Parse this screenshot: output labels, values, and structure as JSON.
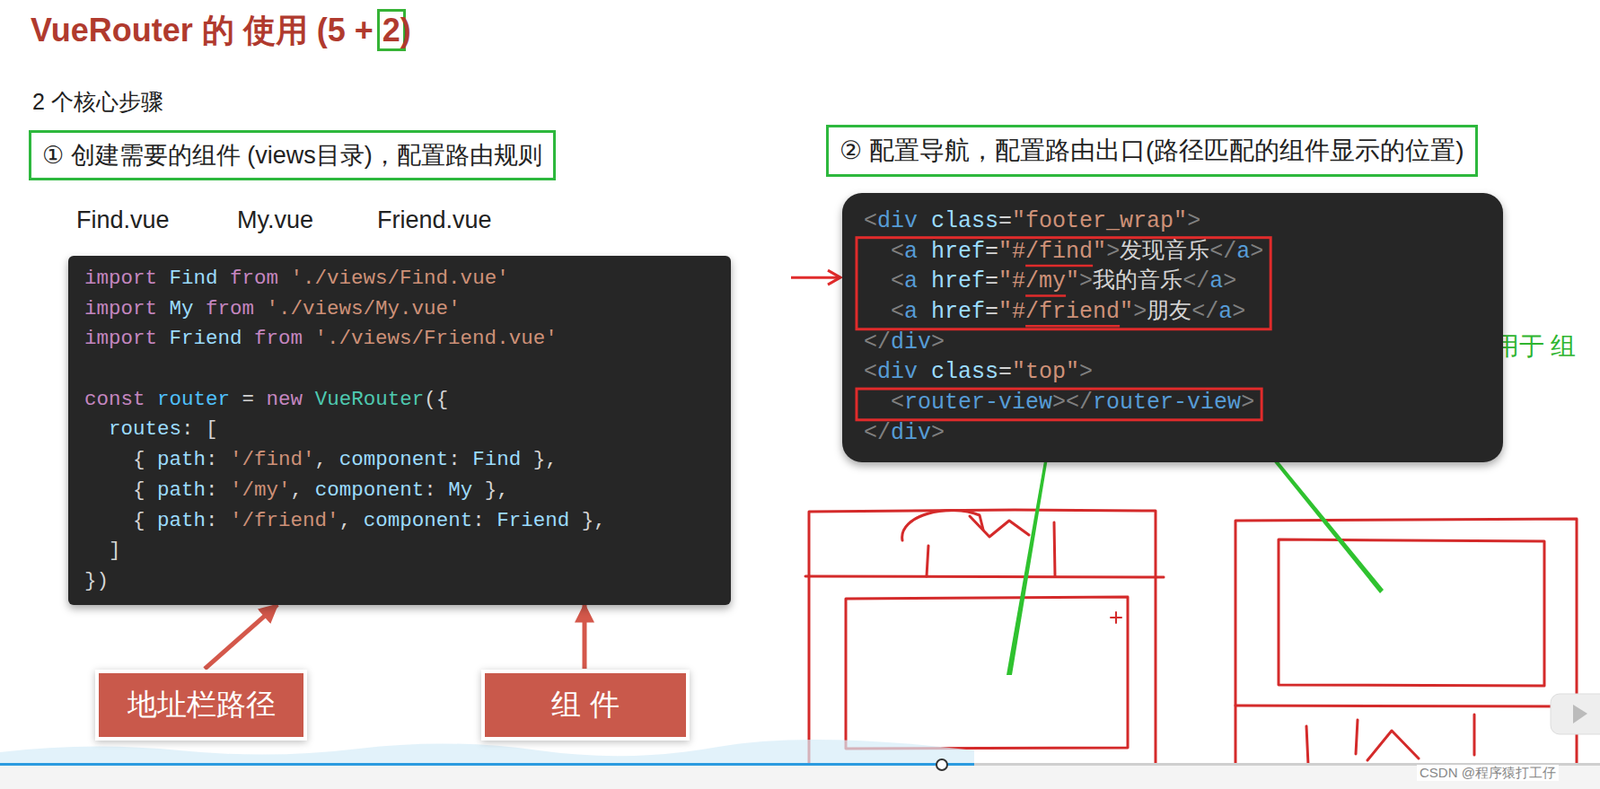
{
  "diagram": {
    "title": "VueRouter 的 使用 (5 + 2)",
    "nodes": [
      {
        "text": [
          "① 创建需要的组件 (views目录)，配置路由规则"
        ]
      },
      {
        "text": [
          "import Find from './views/Find.vue'",
          "import My from './views/My.vue'",
          "import Friend from './views/Friend.vue'",
          "const router = new VueRouter({",
          "  routes: [",
          "    { path: '/find', component: Find },",
          "    { path: '/my', component: My },",
          "    { path: '/friend', component: Friend },",
          "  ]",
          "})"
        ]
      },
      {
        "text": [
          "地址栏路径"
        ]
      },
      {
        "text": [
          "组 件"
        ]
      },
      {
        "text": [
          "② 配置导航，配置路由出口(路径匹配的组件显示的位置)"
        ]
      },
      {
        "text": [
          "<div class=\"footer_wrap\">",
          "  <a href=\"#/find\">发现音乐</a>",
          "  <a href=\"#/my\">我的音乐</a>",
          "  <a href=\"#/friend\">朋友</a>",
          "</div>",
          "<div class=\"top\">",
          "  <router-view></router-view>",
          "</div>"
        ]
      }
    ],
    "edges": [
      {
        "from": 2,
        "to": 1,
        "arrow": "to"
      },
      {
        "from": 3,
        "to": 1,
        "arrow": "to"
      }
    ],
    "labels": [
      "2 个核心步骤",
      "Find.vue",
      "My.vue",
      "Friend.vue",
      "vue-router提供的，用于 组件在什么位置展示",
      "CSDN @程序猿打工仔"
    ]
  }
}
